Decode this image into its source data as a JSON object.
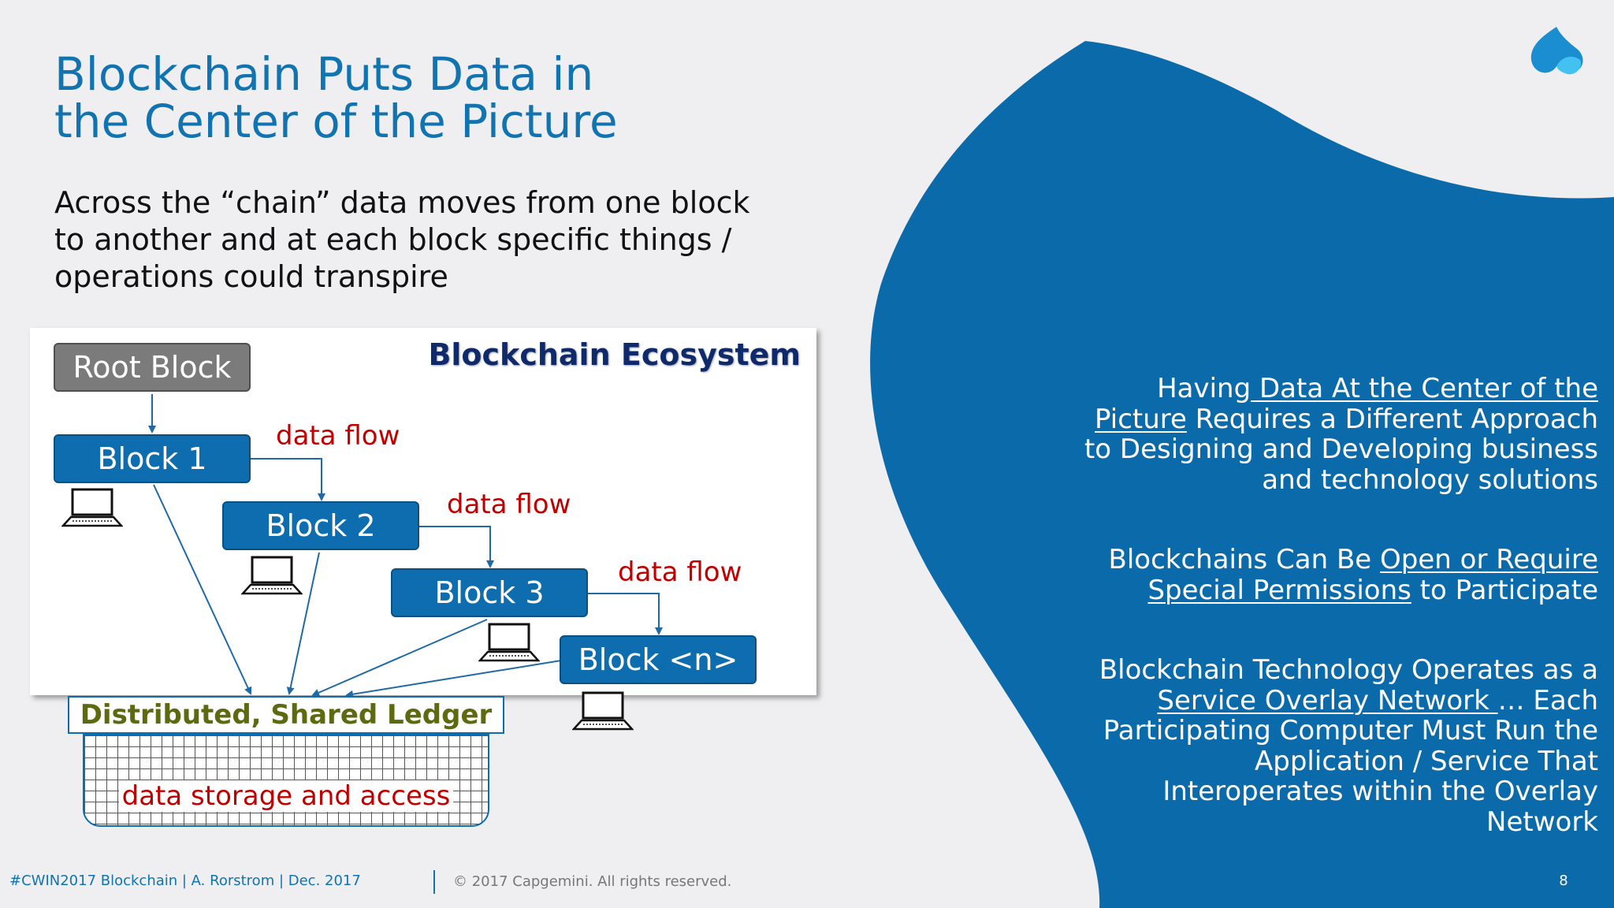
{
  "slide": {
    "title_line1": "Blockchain Puts Data in",
    "title_line2": "the Center of the Picture",
    "subtitle_line1": "Across the “chain” data moves from one block",
    "subtitle_line2": "to another and at each block specific things  /",
    "subtitle_line3": "operations could transpire"
  },
  "diagram": {
    "ecosystem_title": "Blockchain Ecosystem",
    "blocks": [
      "Root Block",
      "Block 1",
      "Block 2",
      "Block 3",
      "Block <n>"
    ],
    "flow_label": "data flow",
    "ledger_label": "Distributed, Shared Ledger",
    "storage_label": "data storage and access"
  },
  "right_panel": {
    "p1": {
      "l1_a": "Having",
      "l1_b": " Data At the Center of the",
      "l2_a": "Picture",
      "l2_b": " Requires a Different Approach",
      "l3": "to Designing and Developing business",
      "l4": "and technology solutions"
    },
    "p2": {
      "l1_a": "Blockchains Can Be ",
      "l1_b": "Open or Require",
      "l2_a": "Special Permissions",
      "l2_b": " to Participate"
    },
    "p3": {
      "l1": "Blockchain Technology Operates as a",
      "l2_a": "Service Overlay Network ",
      "l2_b": "… Each",
      "l3": "Participating Computer Must Run the",
      "l4": "Application / Service That",
      "l5": "Interoperates within the Overlay",
      "l6": "Network"
    }
  },
  "footer": {
    "left": "#CWIN2017 Blockchain | A. Rorstrom | Dec. 2017",
    "copyright": "© 2017 Capgemini. All rights reserved.",
    "page_number": "8"
  },
  "colors": {
    "brand_blue": "#0b6aa9",
    "title_blue": "#1173b0",
    "flow_red": "#c00000",
    "root_gray": "#7b7b7b",
    "ledger_olive": "#5e6a10"
  },
  "icons": [
    "laptop-icon",
    "capgemini-spade-logo"
  ]
}
